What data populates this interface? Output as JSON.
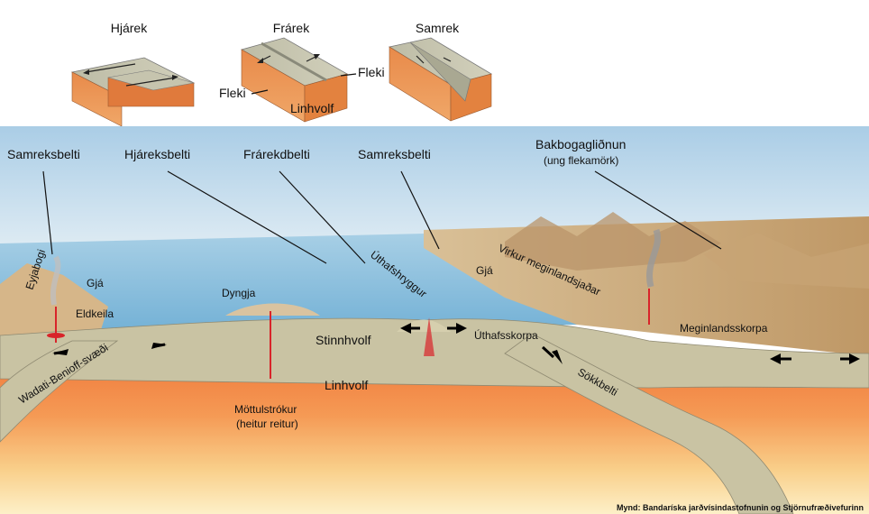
{
  "top_blocks": {
    "transform": {
      "title": "Hjárek"
    },
    "divergent": {
      "title": "Frárek",
      "plate_left": "Fleki",
      "plate_right": "Fleki",
      "asthenosphere": "Linhvolf"
    },
    "convergent": {
      "title": "Samrek"
    }
  },
  "callouts": {
    "convergent_left": "Samreksbelti",
    "transform": "Hjáreksbelti",
    "divergent": "Frárekdbelti",
    "convergent_right": "Samreksbelti",
    "backarc": "Bakbogagliðnun",
    "backarc_sub": "(ung flekamörk)"
  },
  "labels": {
    "island_arc": "Eyjabogi",
    "trench_left": "Gjá",
    "stratovolcano": "Eldkeila",
    "shield_volcano": "Dyngja",
    "ridge": "Úthafshryggur",
    "trench_right": "Gjá",
    "mountain_range": "Virkur meginlandsjaðar",
    "lithosphere": "Stinnhvolf",
    "oceanic_crust": "Úthafsskorpa",
    "continental_crust": "Meginlandsskorpa",
    "wadati": "Wadati-Benioff-svæði",
    "asthenosphere": "Linhvolf",
    "subduction": "Sökkbelti",
    "plume": "Möttulstrókur",
    "plume_sub": "(heitur reitur)"
  },
  "credit": "Mynd: Bandaríska jarðvísindastofnunin og Stjörnufræðivefurinn",
  "colors": {
    "sky": "#c9dfee",
    "ocean": "#8fc0dc",
    "lithosphere": "#c9c3a3",
    "asthenosphere_hot": "#ef7a3a",
    "asthenosphere_warm": "#f6b066",
    "mantle_pale": "#fbe3a6",
    "land": "#c9a676",
    "magma": "#d8242a"
  }
}
